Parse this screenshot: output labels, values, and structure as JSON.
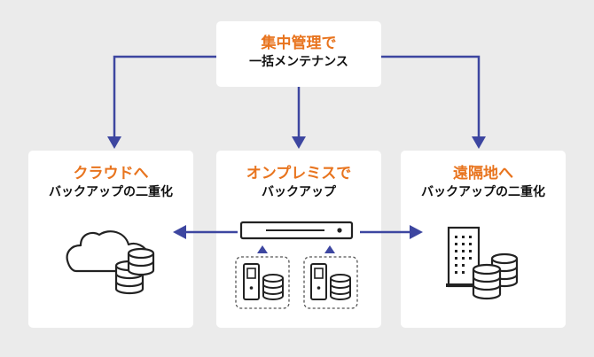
{
  "central": {
    "title": "集中管理で",
    "subtitle": "一括メンテナンス"
  },
  "panels": {
    "cloud": {
      "title": "クラウドへ",
      "subtitle": "バックアップの二重化"
    },
    "onprem": {
      "title": "オンプレミスで",
      "subtitle": "バックアップ"
    },
    "remote": {
      "title": "遠隔地へ",
      "subtitle": "バックアップの二重化"
    }
  },
  "colors": {
    "background": "#ebebeb",
    "box": "#ffffff",
    "accent_orange": "#e8741e",
    "arrow_blue": "#3d46a0",
    "icon_dark": "#222222"
  }
}
